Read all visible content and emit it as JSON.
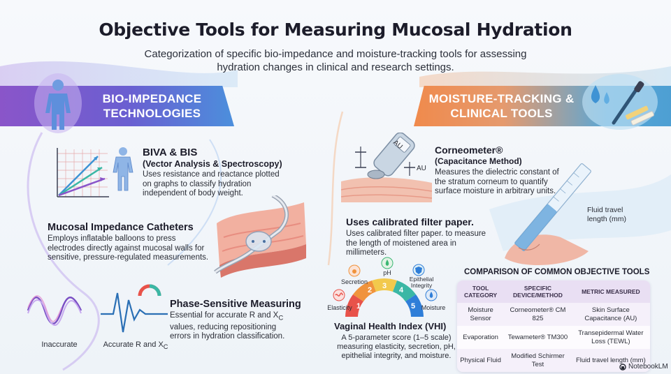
{
  "header": {
    "title": "Objective Tools for Measuring Mucosal Hydration",
    "subtitle": "Categorization of specific bio-impedance and moisture-tracking tools for assessing hydration changes in clinical and research settings."
  },
  "left_banner": {
    "label": "BIO-IMPEDANCE TECHNOLOGIES"
  },
  "right_banner": {
    "label": "MOISTURE-TRACKING & CLINICAL TOOLS"
  },
  "biva": {
    "title": "BIVA & BIS",
    "subtitle": "(Vector Analysis & Spectroscopy)",
    "body": "Uses resistance and reactance plotted on graphs to classify hydration independent of body weight."
  },
  "catheters": {
    "title": "Mucosal Impedance Catheters",
    "body": "Employs inflatable balloons to press electrodes directly against mucosal walls for sensitive, pressure-regulated measurements."
  },
  "phase": {
    "title": "Phase-Sensitive Measuring",
    "body_part1": "Essential for accurate R and X",
    "body_sub": "C",
    "body_part2": " values, reducing repositioning errors in hydration classification.",
    "label_inaccurate": "Inaccurate",
    "label_accurate": "Accurate R and X",
    "label_accurate_sub": "C"
  },
  "corneometer": {
    "title": "Corneometer®",
    "subtitle": "(Capacitance Method)",
    "body": "Measures the dielectric constant of the stratum corneum to quantify surface moisture in arbitrary units.",
    "probe_label": "AU",
    "side_label": "AU"
  },
  "filter_paper": {
    "title": "Uses calibrated filter paper.",
    "body": "Uses calibrated filter paper. to measure the length of moistened area in millimeters.",
    "strip_label": "Fluid travel length (mm)"
  },
  "vhi": {
    "title": "Vaginal Health Index (VHI)",
    "body": "A 5-parameter score (1–5 scale) measuring elasticity, secretion, pH, epithelial integrity, and moisture.",
    "params": [
      "Elasticity",
      "Secretion",
      "pH",
      "Epithelial Integrity",
      "Moisture"
    ],
    "scores": [
      "1",
      "2",
      "3",
      "4",
      "5"
    ],
    "colors": [
      "#e8524a",
      "#f0933c",
      "#f2c94c",
      "#3bb7a5",
      "#2f7ed8"
    ]
  },
  "comparison": {
    "title": "COMPARISON OF COMMON OBJECTIVE TOOLS",
    "headers": [
      "TOOL CATEGORY",
      "SPECIFIC DEVICE/METHOD",
      "METRIC MEASURED"
    ],
    "rows": [
      [
        "Moisture Sensor",
        "Corneometer® CM 825",
        "Skin Surface Capacitance (AU)"
      ],
      [
        "Evaporation",
        "Tewameter® TM300",
        "Transepidermal Water Loss (TEWL)"
      ],
      [
        "Physical Fluid",
        "Modified Schirmer Test",
        "Fluid travel length (mm)"
      ]
    ]
  },
  "footer": {
    "brand": "NotebookLM"
  },
  "colors": {
    "purple": "#8a55c9",
    "blue": "#4c8fdc",
    "orange": "#f08a4c"
  }
}
